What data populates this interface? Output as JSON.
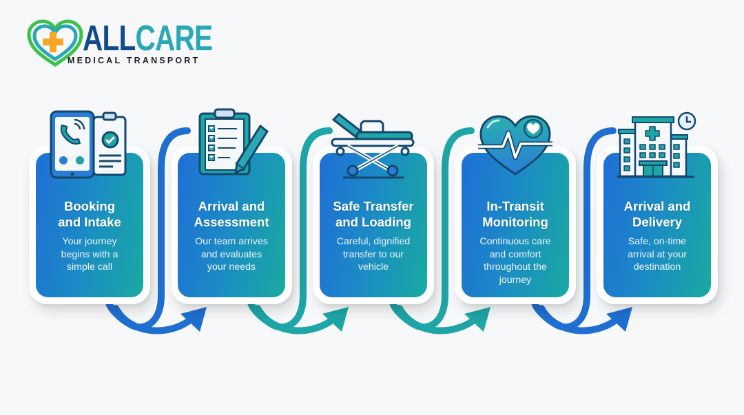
{
  "logo": {
    "word_part1": "ALL",
    "word_part2": "CARE",
    "subtitle": "MEDICAL TRANSPORT",
    "icon": "heart-cross-icon",
    "colors": {
      "navy": "#124a8c",
      "teal": "#2aa6b5",
      "green": "#3cc24a",
      "orange": "#f5a623"
    }
  },
  "steps": [
    {
      "title_line1": "Booking",
      "title_line2": "and Intake",
      "desc_lines": [
        "Your journey",
        "begins with a",
        "simple call"
      ],
      "icon": "phone-clipboard-icon"
    },
    {
      "title_line1": "Arrival and",
      "title_line2": "Assessment",
      "desc_lines": [
        "Our team arrives",
        "and evaluates",
        "your needs"
      ],
      "icon": "checklist-pencil-icon"
    },
    {
      "title_line1": "Safe Transfer",
      "title_line2": "and Loading",
      "desc_lines": [
        "Careful, dignified",
        "transfer to our",
        "vehicle"
      ],
      "icon": "stretcher-icon"
    },
    {
      "title_line1": "In-Transit",
      "title_line2": "Monitoring",
      "desc_lines": [
        "Continuous care",
        "and comfort",
        "throughout the",
        "journey"
      ],
      "icon": "heartbeat-icon"
    },
    {
      "title_line1": "Arrival and",
      "title_line2": "Delivery",
      "desc_lines": [
        "Safe, on-time",
        "arrival at your",
        "destination"
      ],
      "icon": "hospital-clock-icon"
    }
  ],
  "connectors": [
    {
      "from": 1,
      "to": 2,
      "color": "#1f6fd0",
      "icon": "curved-arrow-icon"
    },
    {
      "from": 2,
      "to": 3,
      "color": "#1ea5a5",
      "icon": "curved-arrow-icon"
    },
    {
      "from": 3,
      "to": 4,
      "color": "#1ea5a5",
      "icon": "curved-arrow-icon"
    },
    {
      "from": 4,
      "to": 5,
      "color": "#1f6fd0",
      "icon": "curved-arrow-icon"
    }
  ],
  "colors": {
    "card_gradient_start": "#1f6fd6",
    "card_gradient_end": "#19aaa1",
    "icon_outline": "#14476e",
    "background": "#f7f8f9"
  }
}
